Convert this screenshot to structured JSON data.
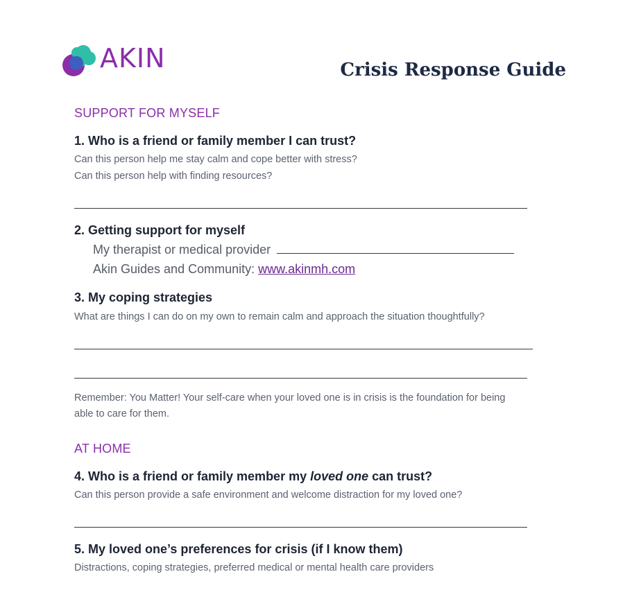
{
  "logo": {
    "brand": "AKIN",
    "colors": {
      "teal": "#2fbfa7",
      "blue": "#3d5fbf",
      "purple": "#8a2ea9"
    }
  },
  "title": "Crisis Response Guide",
  "section1": {
    "heading": "SUPPORT FOR MYSELF",
    "q1": {
      "title": "1. Who is a friend or family member I can trust?",
      "hint1": "Can this person help me stay calm and cope better with stress?",
      "hint2": "Can this person help with finding resources?"
    },
    "q2": {
      "title": "2. Getting support for myself",
      "row1_label": "My therapist or medical provider",
      "row2_label": "Akin Guides and Community:",
      "row2_link": "www.akinmh.com"
    },
    "q3": {
      "title": "3. My coping strategies",
      "hint": "What are things I can do on my own to remain calm and approach the situation thoughtfully?"
    },
    "note_line1": "Remember: You Matter! Your self-care when your loved one is in crisis is the foundation for being",
    "note_line2": "able to care for them."
  },
  "section2": {
    "heading": "AT HOME",
    "q4": {
      "title_pre": "4. Who is a friend or family member my ",
      "title_em": "loved one",
      "title_post": " can trust?",
      "hint": "Can this person provide a safe environment and welcome distraction for my loved one?"
    },
    "q5": {
      "title": "5. My loved one’s preferences for crisis (if I know them)",
      "hint": "Distractions, coping strategies, preferred medical or mental health care providers"
    }
  }
}
